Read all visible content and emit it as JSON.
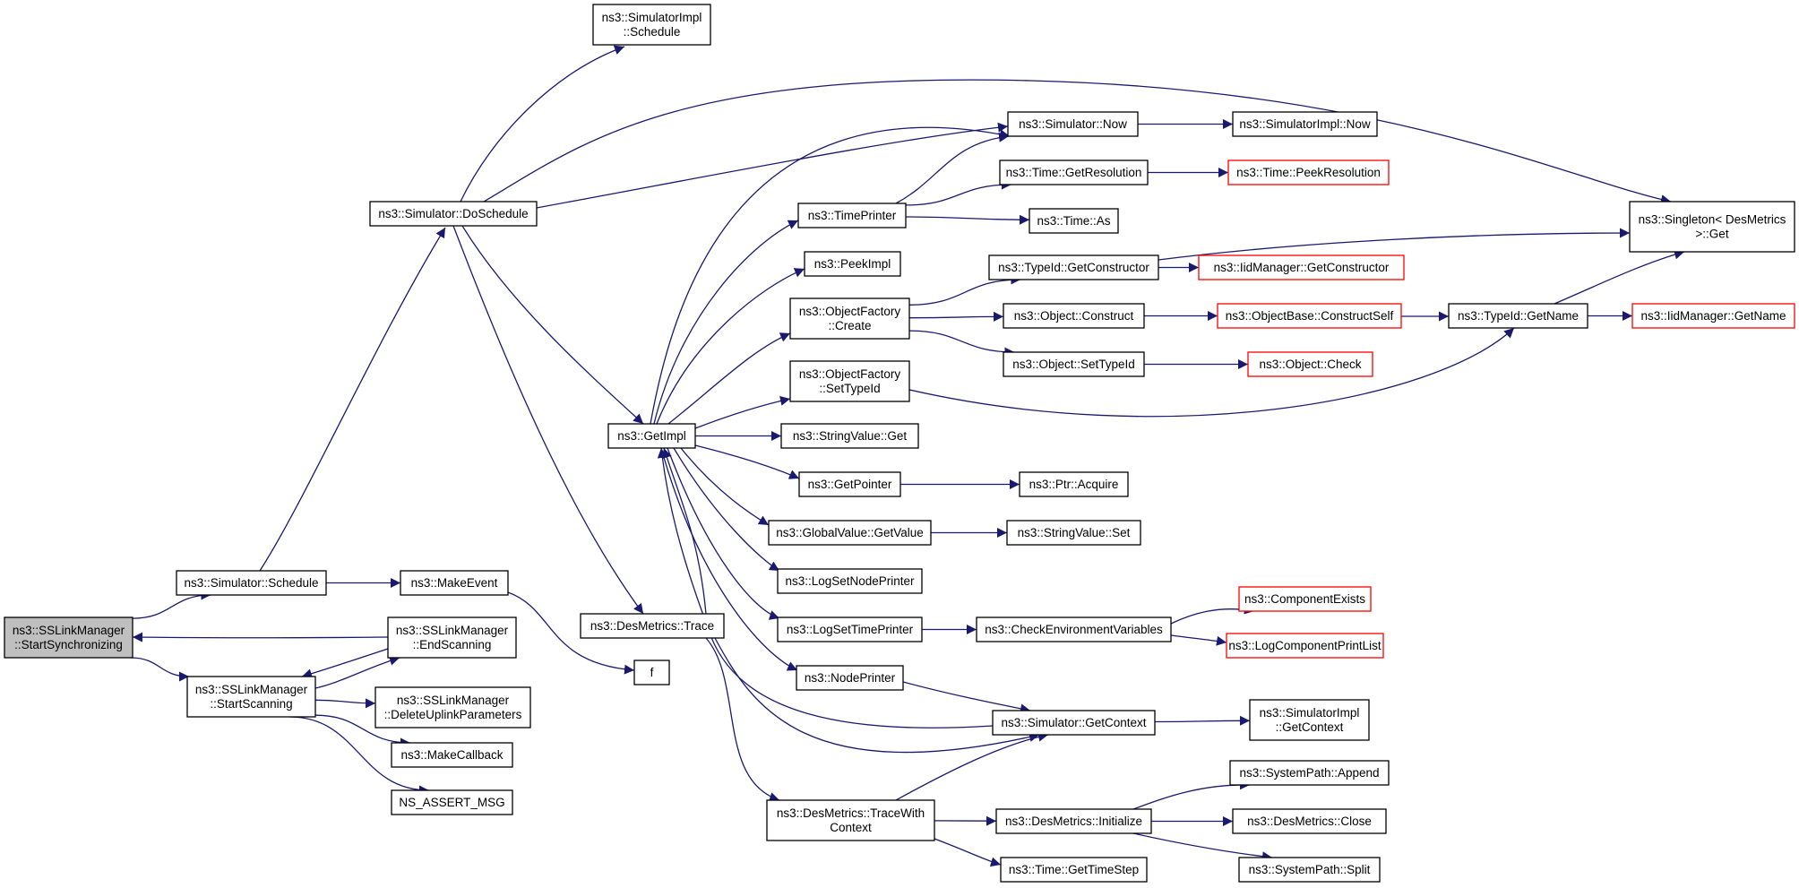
{
  "colors": {
    "edge": "#191970",
    "node_border": "#000000",
    "unresolved_border": "#ff0000",
    "root_fill": "#bfbfbf",
    "node_fill": "#ffffff"
  },
  "nodes": [
    {
      "id": "root",
      "lines": [
        "ns3::SSLinkManager",
        "::StartSynchronizing"
      ],
      "kind": "root"
    },
    {
      "id": "sched",
      "lines": [
        "ns3::Simulator::Schedule"
      ],
      "kind": "normal"
    },
    {
      "id": "startscan",
      "lines": [
        "ns3::SSLinkManager",
        "::StartScanning"
      ],
      "kind": "normal"
    },
    {
      "id": "makeevent",
      "lines": [
        "ns3::MakeEvent"
      ],
      "kind": "normal"
    },
    {
      "id": "endscan",
      "lines": [
        "ns3::SSLinkManager",
        "::EndScanning"
      ],
      "kind": "normal"
    },
    {
      "id": "deluplink",
      "lines": [
        "ns3::SSLinkManager",
        "::DeleteUplinkParameters"
      ],
      "kind": "normal"
    },
    {
      "id": "makecallback",
      "lines": [
        "ns3::MakeCallback"
      ],
      "kind": "normal"
    },
    {
      "id": "nsassert",
      "lines": [
        "NS_ASSERT_MSG"
      ],
      "kind": "normal"
    },
    {
      "id": "dosched",
      "lines": [
        "ns3::Simulator::DoSchedule"
      ],
      "kind": "normal"
    },
    {
      "id": "simimplsched",
      "lines": [
        "ns3::SimulatorImpl",
        "::Schedule"
      ],
      "kind": "normal"
    },
    {
      "id": "f",
      "lines": [
        "f"
      ],
      "kind": "normal"
    },
    {
      "id": "destrace",
      "lines": [
        "ns3::DesMetrics::Trace"
      ],
      "kind": "normal"
    },
    {
      "id": "getimpl",
      "lines": [
        "ns3::GetImpl"
      ],
      "kind": "normal"
    },
    {
      "id": "tracectx",
      "lines": [
        "ns3::DesMetrics::TraceWith",
        "Context"
      ],
      "kind": "normal"
    },
    {
      "id": "simnow",
      "lines": [
        "ns3::Simulator::Now"
      ],
      "kind": "normal"
    },
    {
      "id": "timeprinter",
      "lines": [
        "ns3::TimePrinter"
      ],
      "kind": "normal"
    },
    {
      "id": "peekimpl",
      "lines": [
        "ns3::PeekImpl"
      ],
      "kind": "normal"
    },
    {
      "id": "ofcreate",
      "lines": [
        "ns3::ObjectFactory",
        "::Create"
      ],
      "kind": "normal"
    },
    {
      "id": "ofsettypeid",
      "lines": [
        "ns3::ObjectFactory",
        "::SetTypeId"
      ],
      "kind": "normal"
    },
    {
      "id": "strget",
      "lines": [
        "ns3::StringValue::Get"
      ],
      "kind": "normal"
    },
    {
      "id": "getpointer",
      "lines": [
        "ns3::GetPointer"
      ],
      "kind": "normal"
    },
    {
      "id": "gvgetvalue",
      "lines": [
        "ns3::GlobalValue::GetValue"
      ],
      "kind": "normal"
    },
    {
      "id": "logsetnode",
      "lines": [
        "ns3::LogSetNodePrinter"
      ],
      "kind": "normal"
    },
    {
      "id": "logsettime",
      "lines": [
        "ns3::LogSetTimePrinter"
      ],
      "kind": "normal"
    },
    {
      "id": "nodeprinter",
      "lines": [
        "ns3::NodePrinter"
      ],
      "kind": "normal"
    },
    {
      "id": "getctx",
      "lines": [
        "ns3::Simulator::GetContext"
      ],
      "kind": "normal"
    },
    {
      "id": "desinit",
      "lines": [
        "ns3::DesMetrics::Initialize"
      ],
      "kind": "normal"
    },
    {
      "id": "gettimestep",
      "lines": [
        "ns3::Time::GetTimeStep"
      ],
      "kind": "normal"
    },
    {
      "id": "simimplnow",
      "lines": [
        "ns3::SimulatorImpl::Now"
      ],
      "kind": "normal"
    },
    {
      "id": "getres",
      "lines": [
        "ns3::Time::GetResolution"
      ],
      "kind": "normal"
    },
    {
      "id": "timeas",
      "lines": [
        "ns3::Time::As"
      ],
      "kind": "normal"
    },
    {
      "id": "peekres",
      "lines": [
        "ns3::Time::PeekResolution"
      ],
      "kind": "unresolved"
    },
    {
      "id": "getctor",
      "lines": [
        "ns3::TypeId::GetConstructor"
      ],
      "kind": "normal"
    },
    {
      "id": "objconstruct",
      "lines": [
        "ns3::Object::Construct"
      ],
      "kind": "normal"
    },
    {
      "id": "objsettypeid",
      "lines": [
        "ns3::Object::SetTypeId"
      ],
      "kind": "normal"
    },
    {
      "id": "iidgetctor",
      "lines": [
        "ns3::IidManager::GetConstructor"
      ],
      "kind": "unresolved"
    },
    {
      "id": "constructself",
      "lines": [
        "ns3::ObjectBase::ConstructSelf"
      ],
      "kind": "unresolved"
    },
    {
      "id": "objcheck",
      "lines": [
        "ns3::Object::Check"
      ],
      "kind": "unresolved"
    },
    {
      "id": "typeidgetname",
      "lines": [
        "ns3::TypeId::GetName"
      ],
      "kind": "normal"
    },
    {
      "id": "iidgetname",
      "lines": [
        "ns3::IidManager::GetName"
      ],
      "kind": "unresolved"
    },
    {
      "id": "singleton",
      "lines": [
        "ns3::Singleton< DesMetrics",
        ">::Get"
      ],
      "kind": "normal"
    },
    {
      "id": "ptracquire",
      "lines": [
        "ns3::Ptr::Acquire"
      ],
      "kind": "normal"
    },
    {
      "id": "strset",
      "lines": [
        "ns3::StringValue::Set"
      ],
      "kind": "normal"
    },
    {
      "id": "checkenv",
      "lines": [
        "ns3::CheckEnvironmentVariables"
      ],
      "kind": "normal"
    },
    {
      "id": "compexists",
      "lines": [
        "ns3::ComponentExists"
      ],
      "kind": "unresolved"
    },
    {
      "id": "logcomplist",
      "lines": [
        "ns3::LogComponentPrintList"
      ],
      "kind": "unresolved"
    },
    {
      "id": "simimplgetctx",
      "lines": [
        "ns3::SimulatorImpl",
        "::GetContext"
      ],
      "kind": "normal"
    },
    {
      "id": "sysappend",
      "lines": [
        "ns3::SystemPath::Append"
      ],
      "kind": "normal"
    },
    {
      "id": "desclose",
      "lines": [
        "ns3::DesMetrics::Close"
      ],
      "kind": "normal"
    },
    {
      "id": "syssplit",
      "lines": [
        "ns3::SystemPath::Split"
      ],
      "kind": "normal"
    }
  ],
  "edges": [
    [
      "root",
      "sched"
    ],
    [
      "root",
      "startscan"
    ],
    [
      "endscan",
      "root"
    ],
    [
      "sched",
      "dosched"
    ],
    [
      "sched",
      "makeevent"
    ],
    [
      "startscan",
      "endscan"
    ],
    [
      "endscan",
      "startscan"
    ],
    [
      "startscan",
      "deluplink"
    ],
    [
      "startscan",
      "makecallback"
    ],
    [
      "startscan",
      "nsassert"
    ],
    [
      "makeevent",
      "f"
    ],
    [
      "dosched",
      "simimplsched"
    ],
    [
      "dosched",
      "singleton"
    ],
    [
      "dosched",
      "simnow"
    ],
    [
      "dosched",
      "getimpl"
    ],
    [
      "dosched",
      "destrace"
    ],
    [
      "destrace",
      "getimpl"
    ],
    [
      "destrace",
      "getctx"
    ],
    [
      "destrace",
      "tracectx"
    ],
    [
      "getimpl",
      "simnow"
    ],
    [
      "getimpl",
      "timeprinter"
    ],
    [
      "getimpl",
      "peekimpl"
    ],
    [
      "getimpl",
      "ofcreate"
    ],
    [
      "getimpl",
      "ofsettypeid"
    ],
    [
      "getimpl",
      "strget"
    ],
    [
      "getimpl",
      "getpointer"
    ],
    [
      "getimpl",
      "gvgetvalue"
    ],
    [
      "getimpl",
      "logsetnode"
    ],
    [
      "getimpl",
      "logsettime"
    ],
    [
      "getimpl",
      "nodeprinter"
    ],
    [
      "getctx",
      "getimpl"
    ],
    [
      "simnow",
      "simimplnow"
    ],
    [
      "timeprinter",
      "simnow"
    ],
    [
      "timeprinter",
      "getres"
    ],
    [
      "timeprinter",
      "timeas"
    ],
    [
      "getres",
      "peekres"
    ],
    [
      "ofcreate",
      "getctor"
    ],
    [
      "ofcreate",
      "objconstruct"
    ],
    [
      "ofcreate",
      "objsettypeid"
    ],
    [
      "ofsettypeid",
      "typeidgetname"
    ],
    [
      "getctor",
      "iidgetctor"
    ],
    [
      "getctor",
      "singleton"
    ],
    [
      "objconstruct",
      "constructself"
    ],
    [
      "constructself",
      "typeidgetname"
    ],
    [
      "objsettypeid",
      "objcheck"
    ],
    [
      "typeidgetname",
      "iidgetname"
    ],
    [
      "typeidgetname",
      "singleton"
    ],
    [
      "getpointer",
      "ptracquire"
    ],
    [
      "gvgetvalue",
      "strset"
    ],
    [
      "logsettime",
      "checkenv"
    ],
    [
      "checkenv",
      "compexists"
    ],
    [
      "checkenv",
      "logcomplist"
    ],
    [
      "nodeprinter",
      "getctx"
    ],
    [
      "getctx",
      "simimplgetctx"
    ],
    [
      "tracectx",
      "getctx"
    ],
    [
      "tracectx",
      "desinit"
    ],
    [
      "tracectx",
      "gettimestep"
    ],
    [
      "desinit",
      "sysappend"
    ],
    [
      "desinit",
      "desclose"
    ],
    [
      "desinit",
      "syssplit"
    ]
  ]
}
